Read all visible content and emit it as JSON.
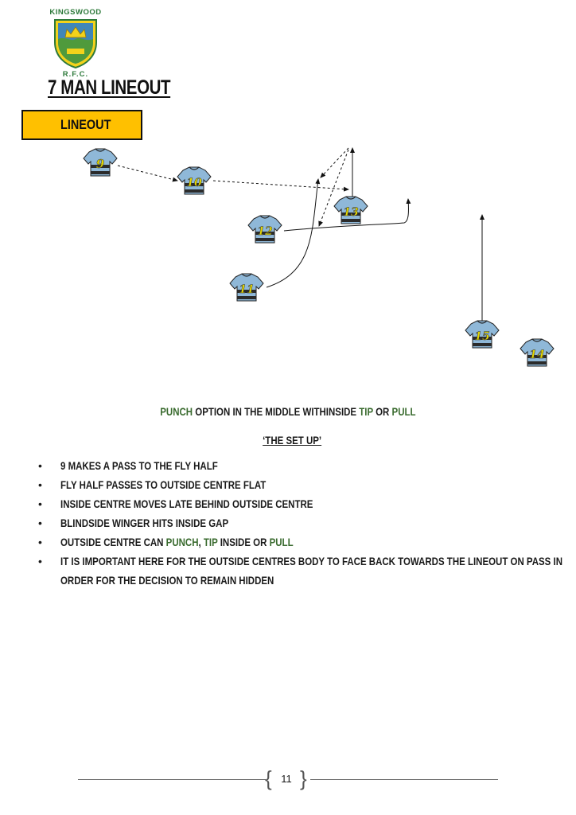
{
  "logo": {
    "top_text": "KINGSWOOD",
    "bottom_text": "R.F.C."
  },
  "title": "7 MAN LINEOUT",
  "tag_label": "LINEOUT",
  "players": [
    {
      "number": "9"
    },
    {
      "number": "10"
    },
    {
      "number": "13"
    },
    {
      "number": "12"
    },
    {
      "number": "11"
    },
    {
      "number": "15"
    },
    {
      "number": "14"
    }
  ],
  "caption": {
    "part1": "PUNCH",
    "part2": " OPTION IN THE MIDDLE WITHINSIDE ",
    "part3": "TIP",
    "part4": " OR ",
    "part5": "PULL"
  },
  "subheading": "‘THE SET UP’",
  "bullets": {
    "b1": "9 MAKES A PASS TO THE FLY HALF",
    "b2": "FLY HALF PASSES TO OUTSIDE CENTRE FLAT",
    "b3": "INSIDE CENTRE MOVES LATE BEHIND OUTSIDE CENTRE",
    "b4": "BLINDSIDE WINGER HITS INSIDE GAP",
    "b5_a": "OUTSIDE CENTRE CAN ",
    "b5_b": "PUNCH",
    "b5_c": ", ",
    "b5_d": "TIP",
    "b5_e": " INSIDE OR ",
    "b5_f": "PULL",
    "b6_line1": "IT IS IMPORTANT HERE FOR THE OUTSIDE CENTRES BODY TO FACE BACK TOWARDS THE LINEOUT ON PASS IN",
    "b6_line2": "ORDER FOR THE DECISION TO REMAIN HIDDEN"
  },
  "bullet_symbol": "•",
  "page_number": "11",
  "colors": {
    "highlight": "#ffc000",
    "accent_green": "#3a6b2f",
    "jersey_blue": "#8fb8d8",
    "jersey_band": "#2b2b2b",
    "number_yellow": "#e5d800"
  }
}
